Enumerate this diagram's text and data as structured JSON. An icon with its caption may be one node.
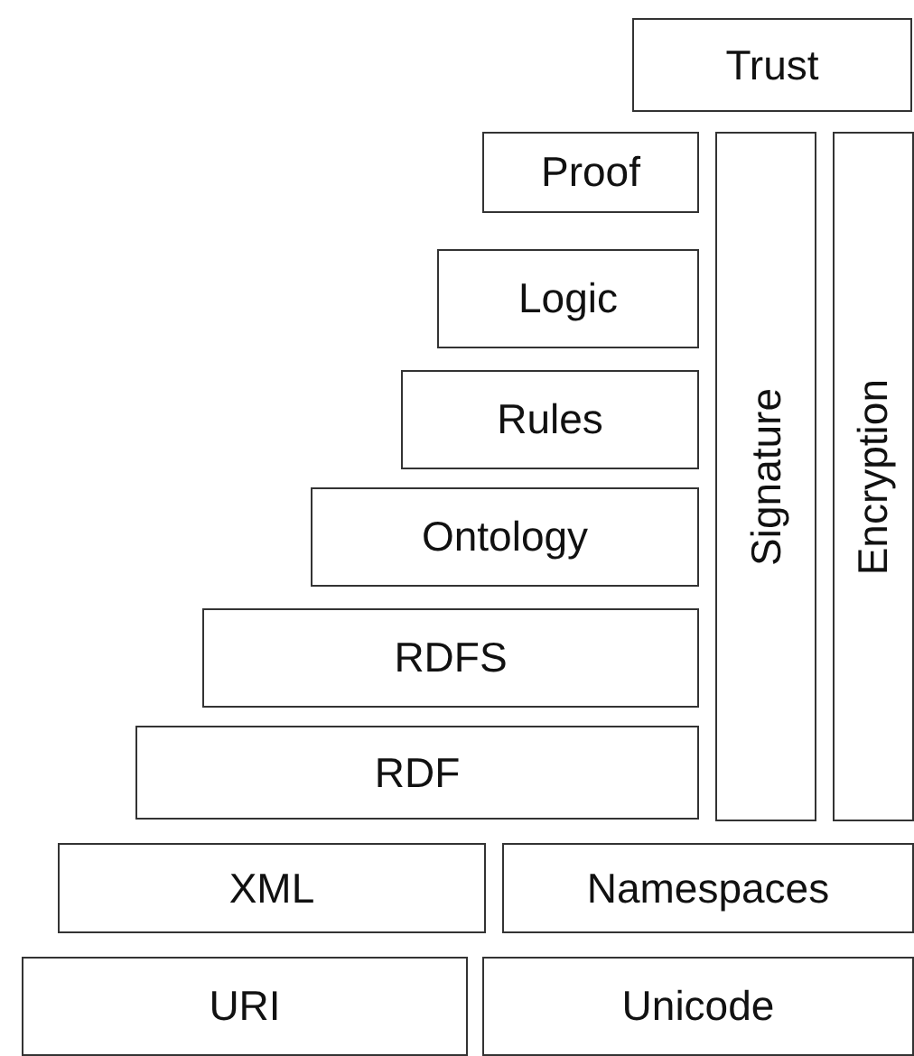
{
  "diagram": {
    "nodes": [
      {
        "text": [
          "Trust"
        ]
      },
      {
        "text": [
          "Proof"
        ]
      },
      {
        "text": [
          "Logic"
        ]
      },
      {
        "text": [
          "Rules"
        ]
      },
      {
        "text": [
          "Ontology"
        ]
      },
      {
        "text": [
          "RDFS"
        ]
      },
      {
        "text": [
          "RDF"
        ]
      },
      {
        "text": [
          "Signature"
        ]
      },
      {
        "text": [
          "Encryption"
        ]
      },
      {
        "text": [
          "XML"
        ]
      },
      {
        "text": [
          "Namespaces"
        ]
      },
      {
        "text": [
          "URI"
        ]
      },
      {
        "text": [
          "Unicode"
        ]
      }
    ],
    "edges": []
  }
}
